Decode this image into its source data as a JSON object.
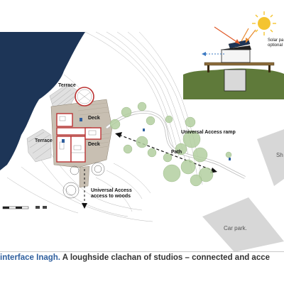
{
  "labels": {
    "terrace_top": "Terrace",
    "terrace_left": "Terrace",
    "deck_upper": "Deck",
    "deck_lower": "Deck",
    "path": "Path",
    "ua_ramp": "Universal Access ramp",
    "ua_woods": "Universal Access access to woods",
    "solar": "Solar pa optional",
    "sh": "Sh",
    "car_park": "Car park."
  },
  "caption": {
    "title": "interface Inagh.",
    "subtitle": " A loughside clachan of studios – connected and acce"
  },
  "colors": {
    "lake": "#1d3557",
    "deck_fill": "#c8bfb2",
    "tree": "#b3cfa0",
    "ground": "#5f7a3a",
    "sun": "#f4c430",
    "caption_accent": "#2f5f9e",
    "grey_block": "#d7d7d7"
  }
}
